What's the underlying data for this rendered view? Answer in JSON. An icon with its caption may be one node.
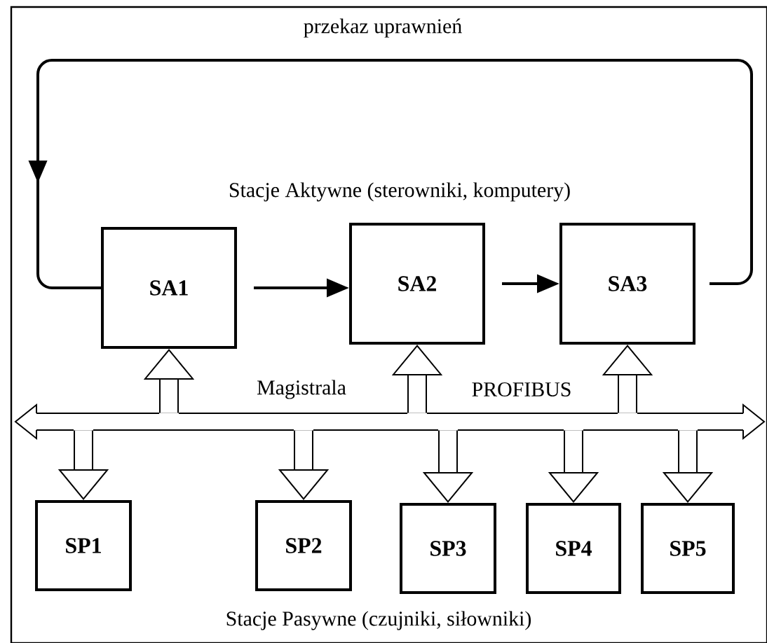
{
  "diagram": {
    "nodes": [
      {
        "text": [
          "SA1"
        ]
      },
      {
        "text": [
          "SA2"
        ]
      },
      {
        "text": [
          "SA3"
        ]
      },
      {
        "text": [
          "SP1"
        ]
      },
      {
        "text": [
          "SP2"
        ]
      },
      {
        "text": [
          "SP3"
        ]
      },
      {
        "text": [
          "SP4"
        ]
      },
      {
        "text": [
          "SP5"
        ]
      },
      {
        "text": [],
        "shape": "bar"
      }
    ],
    "edges": [
      {
        "from": 0,
        "to": 1,
        "arrow": "to"
      },
      {
        "from": 1,
        "to": 2,
        "arrow": "to"
      },
      {
        "from": 2,
        "to": 0,
        "arrow": "to",
        "label": "przekaz uprawnień"
      },
      {
        "from": 8,
        "to": 0,
        "arrow": "to"
      },
      {
        "from": 8,
        "to": 1,
        "arrow": "to"
      },
      {
        "from": 8,
        "to": 2,
        "arrow": "to"
      },
      {
        "from": 8,
        "to": 3,
        "arrow": "to"
      },
      {
        "from": 8,
        "to": 4,
        "arrow": "to"
      },
      {
        "from": 8,
        "to": 5,
        "arrow": "to"
      },
      {
        "from": 8,
        "to": 6,
        "arrow": "to"
      },
      {
        "from": 8,
        "to": 7,
        "arrow": "to"
      }
    ],
    "labels": [
      "Stacje Aktywne (sterowniki, komputery)",
      "Magistrala",
      "PROFIBUS",
      "Stacje Pasywne (czujniki, siłowniki)"
    ]
  }
}
